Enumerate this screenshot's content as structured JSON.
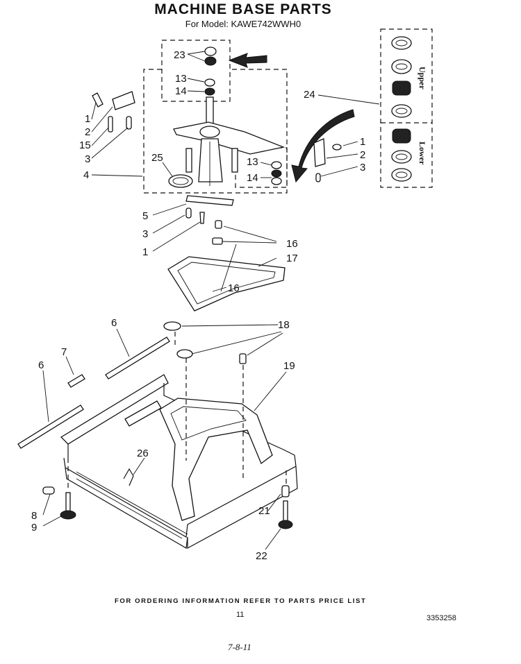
{
  "header": {
    "title": "MACHINE BASE PARTS",
    "subtitle": "For Model: KAWE742WWH0"
  },
  "legend": {
    "upper": "Upper",
    "lower": "Lower"
  },
  "callouts": {
    "c23": "23",
    "c13a": "13",
    "c14a": "14",
    "c24": "24",
    "c1a": "1",
    "c2a": "2",
    "c15": "15",
    "c3a": "3",
    "c4": "4",
    "c25": "25",
    "c13b": "13",
    "c14b": "14",
    "c1b": "1",
    "c2b": "2",
    "c3b": "3",
    "c5": "5",
    "c3c": "3",
    "c1c": "1",
    "c16a": "16",
    "c17": "17",
    "c16b": "16",
    "c6a": "6",
    "c18": "18",
    "c7": "7",
    "c6b": "6",
    "c19": "19",
    "c26": "26",
    "c8": "8",
    "c9": "9",
    "c21": "21",
    "c22": "22"
  },
  "footer": {
    "ordering_note": "FOR ORDERING INFORMATION REFER TO PARTS PRICE LIST",
    "page_number": "11",
    "doc_number": "3353258",
    "handwritten_date": "7-8-11"
  }
}
